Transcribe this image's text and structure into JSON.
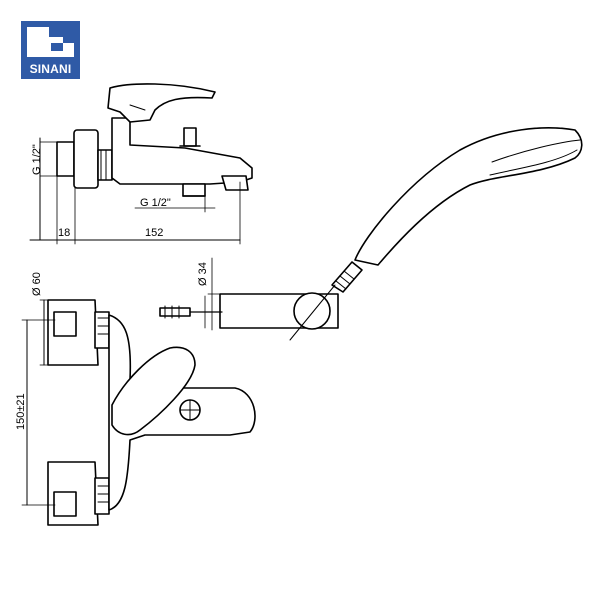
{
  "logo": {
    "brand": "SINANI",
    "brand_color": "#2f5aa6"
  },
  "dimensions": {
    "inlet_thread_side": "G 1/2\"",
    "inlet_thread_bottom": "G 1/2\"",
    "wall_offset": "18",
    "spout_length": "152",
    "rosette_diameter": "Ø 60",
    "holder_diameter": "Ø 34",
    "center_distance": "150±21"
  },
  "colors": {
    "line": "#000000",
    "background": "#ffffff"
  }
}
